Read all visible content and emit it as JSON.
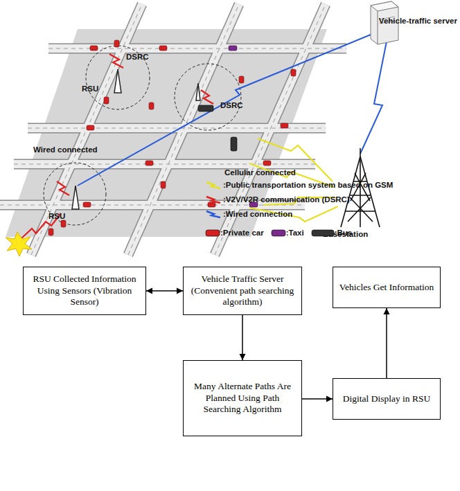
{
  "diagram": {
    "nodes": [
      {
        "text": [
          "RSU Collected Information Using Sensors (Vibration Sensor)"
        ]
      },
      {
        "text": [
          "Vehicle Traffic Server (Convenient path searching algorithm)"
        ]
      },
      {
        "text": [
          "Vehicles Get Information"
        ]
      },
      {
        "text": [
          "Many Alternate Paths Are Planned Using Path Searching Algorithm"
        ]
      },
      {
        "text": [
          "Digital Display in RSU"
        ]
      }
    ],
    "edges": [
      {
        "from": 0,
        "to": 1,
        "arrow": "both"
      },
      {
        "from": 1,
        "to": 3,
        "arrow": "to"
      },
      {
        "from": 3,
        "to": 4,
        "arrow": "to"
      },
      {
        "from": 4,
        "to": 2,
        "arrow": "to"
      }
    ],
    "labels": [
      "Vehicle-traffic server",
      "DSRC",
      "RSU",
      "DSRC",
      "Wired connected",
      "Cellular connected",
      "RSU",
      "Basestation"
    ],
    "legend": [
      {
        "text": ":Public transportation system based on GSM"
      },
      {
        "text": ":V2V/V2R communication (DSRC)"
      },
      {
        "text": ":Wired connection"
      },
      {
        "text": ":Private car"
      },
      {
        "text": ":Taxi"
      },
      {
        "text": ":Bus"
      }
    ]
  }
}
